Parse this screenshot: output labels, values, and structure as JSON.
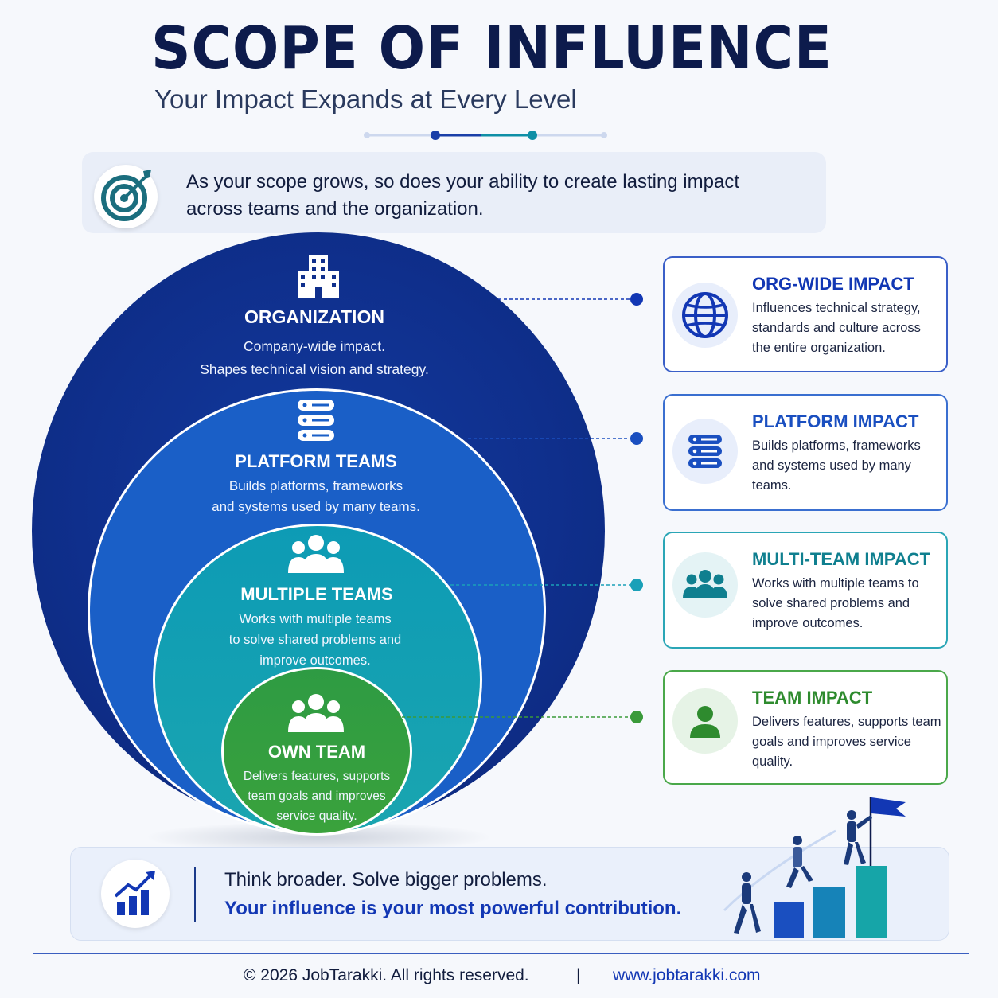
{
  "header": {
    "title": "SCOPE OF INFLUENCE",
    "subtitle": "Your Impact Expands at Every Level"
  },
  "intro": {
    "icon": "target-icon",
    "text": "As your scope grows, so does your ability to create lasting impact across teams and the organization."
  },
  "circles": {
    "organization": {
      "icon": "building-icon",
      "title": "ORGANIZATION",
      "desc_line1": "Company-wide impact.",
      "desc_line2": "Shapes technical vision and strategy."
    },
    "platform": {
      "icon": "server-icon",
      "title": "PLATFORM TEAMS",
      "desc_line1": "Builds platforms, frameworks",
      "desc_line2": "and systems used by many teams."
    },
    "multi": {
      "icon": "group-icon",
      "title": "MULTIPLE TEAMS",
      "desc_line1": "Works with multiple teams",
      "desc_line2": "to solve shared problems and",
      "desc_line3": "improve outcomes."
    },
    "own": {
      "icon": "group-icon",
      "title": "OWN TEAM",
      "desc_line1": "Delivers features, supports",
      "desc_line2": "team goals and improves",
      "desc_line3": "service quality."
    }
  },
  "cards": [
    {
      "icon": "globe-icon",
      "title": "ORG-WIDE IMPACT",
      "desc": "Influences technical strategy, standards and culture across the entire organization.",
      "color": "#1237b4"
    },
    {
      "icon": "server-icon",
      "title": "PLATFORM IMPACT",
      "desc": "Builds platforms, frameworks and systems used by many teams.",
      "color": "#1a4fc0"
    },
    {
      "icon": "group-icon",
      "title": "MULTI-TEAM IMPACT",
      "desc": "Works with multiple teams to solve shared problems and improve outcomes.",
      "color": "#0f7f8f"
    },
    {
      "icon": "person-icon",
      "title": "TEAM IMPACT",
      "desc": "Delivers features, supports team goals and improves service quality.",
      "color": "#2e8b2e"
    }
  ],
  "banner": {
    "icon": "growth-chart-icon",
    "line1": "Think broader. Solve bigger problems.",
    "line2": "Your influence is your most powerful contribution."
  },
  "footer": {
    "copyright": "© 2026 JobTarakki. All rights reserved.",
    "separator": "|",
    "website": "www.jobtarakki.com"
  }
}
